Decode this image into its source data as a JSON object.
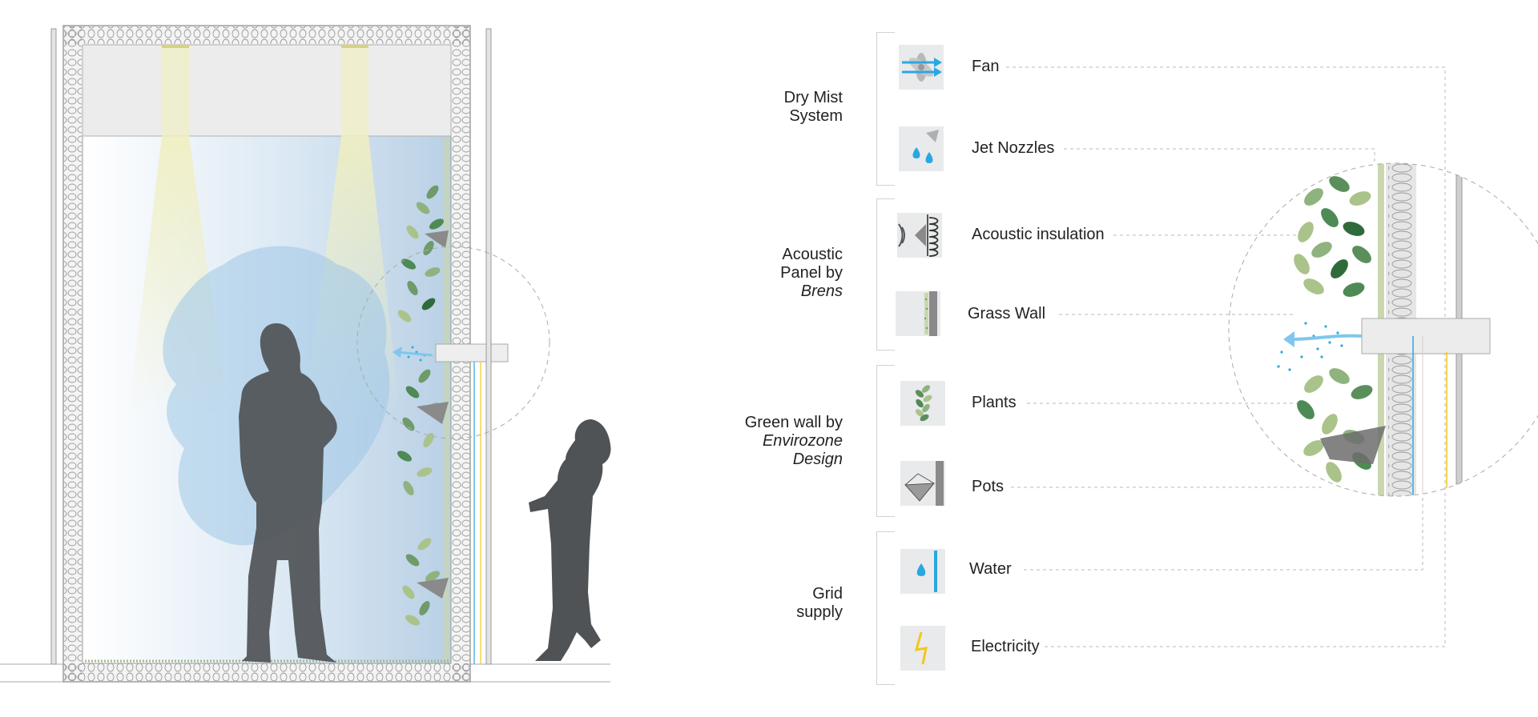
{
  "groups": [
    {
      "lines": [
        "Dry Mist",
        "System"
      ],
      "italic": [
        false,
        false
      ]
    },
    {
      "lines": [
        "Acoustic",
        "Panel by",
        "Brens"
      ],
      "italic": [
        false,
        false,
        true
      ]
    },
    {
      "lines": [
        "Green wall by",
        "Envirozone",
        "Design"
      ],
      "italic": [
        false,
        true,
        true
      ]
    },
    {
      "lines": [
        "Grid",
        "supply"
      ],
      "italic": [
        false,
        false
      ]
    }
  ],
  "components": [
    {
      "label": "Fan",
      "icon": "fan-icon"
    },
    {
      "label": "Jet Nozzles",
      "icon": "jet-nozzle-icon"
    },
    {
      "label": "Acoustic insulation",
      "icon": "acoustic-insulation-icon"
    },
    {
      "label": "Grass Wall",
      "icon": "grass-wall-icon"
    },
    {
      "label": "Plants",
      "icon": "plant-icon"
    },
    {
      "label": "Pots",
      "icon": "pot-icon"
    },
    {
      "label": "Water",
      "icon": "water-icon"
    },
    {
      "label": "Electricity",
      "icon": "electricity-icon"
    }
  ],
  "colors": {
    "mist_blue": "#29a8e0",
    "plant_green": "#5a8f5c",
    "light_yellow": "#f2f0c4",
    "silhouette": "#4f5356",
    "electric_yellow": "#f2c61f"
  }
}
